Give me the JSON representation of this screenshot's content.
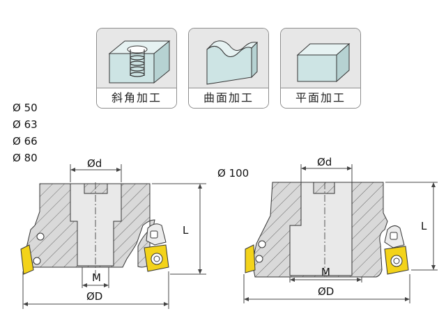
{
  "cards": [
    {
      "label": "斜角加工",
      "icon": "chamfer-block-icon"
    },
    {
      "label": "曲面加工",
      "icon": "curved-surface-icon"
    },
    {
      "label": "平面加工",
      "icon": "flat-block-icon"
    }
  ],
  "diameters_small": [
    "Ø 50",
    "Ø 63",
    "Ø 66",
    "Ø 80"
  ],
  "diameter_large": "Ø 100",
  "labels": {
    "d": "Ød",
    "L": "L",
    "M": "M",
    "D": "ØD"
  },
  "colors": {
    "insert": "#f3d31a",
    "body": "#d9d9d9",
    "card_bg": "#e7e7e7",
    "card_cube": "#cde4e4",
    "line": "#4a4a4a"
  }
}
